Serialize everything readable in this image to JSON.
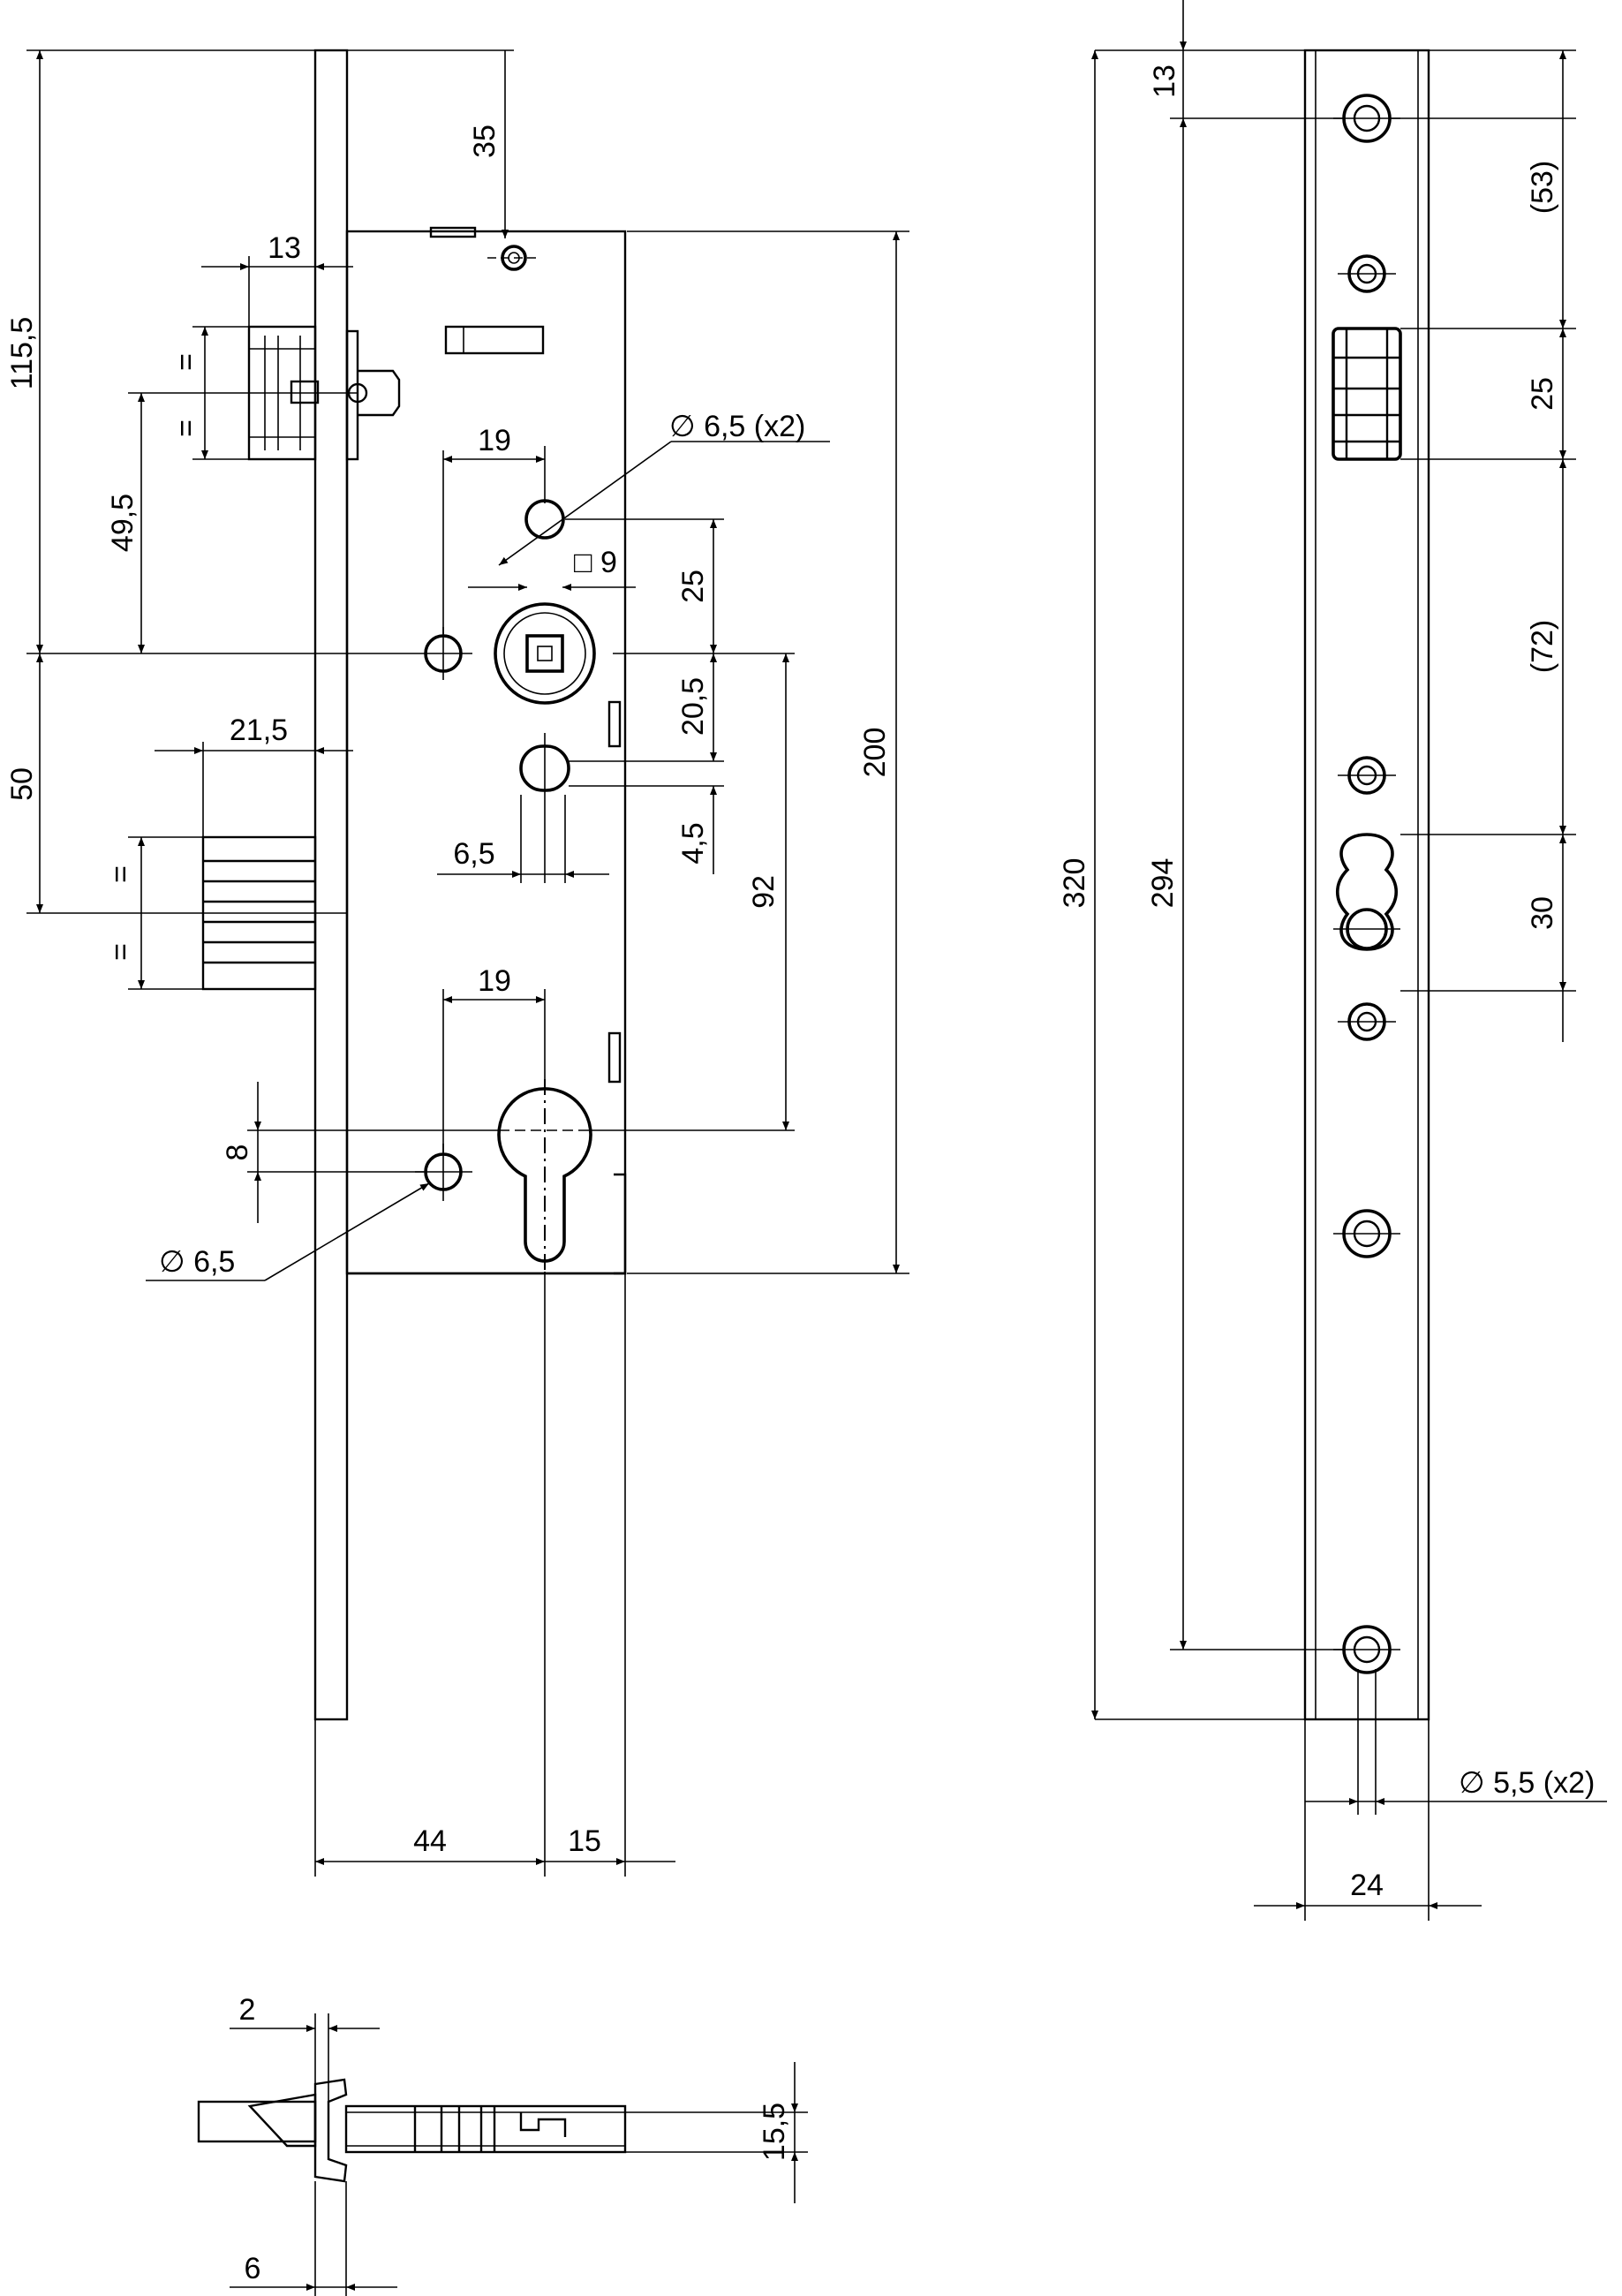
{
  "drawing": {
    "title": "",
    "dimensions": {
      "front_top_to_hole": "35",
      "front_latch_offset": "13",
      "front_total_to_spindle": "115,5",
      "front_latch_to_spindle": "49,5",
      "front_hole_spacing": "19",
      "front_hole_diameter": "∅ 6,5 (x2)",
      "front_spindle_square": "□ 9",
      "front_spindle_up": "25",
      "front_spindle_down": "20,5",
      "front_slot": "4,5",
      "front_slot_width": "6,5",
      "front_deadbolt_offset": "21,5",
      "front_spindle_to_deadbolt": "50",
      "front_cylinder_spacing": "92",
      "front_case_height": "200",
      "front_cylinder_hole_spacing": "19",
      "front_cylinder_hole_offset": "8",
      "front_cylinder_hole_diameter": "∅ 6,5",
      "front_backset": "44",
      "front_case_rest": "15",
      "equal_mark": "=",
      "plate_top": "13",
      "plate_upper_span": "(53)",
      "plate_latch": "25",
      "plate_middle_span": "(72)",
      "plate_bolt": "30",
      "plate_total": "320",
      "plate_hole_spacing": "294",
      "plate_hole_diameter": "∅ 5,5 (x2)",
      "plate_width": "24",
      "bottom_plate_thickness": "2",
      "bottom_depth": "15,5",
      "bottom_offset": "6"
    }
  }
}
